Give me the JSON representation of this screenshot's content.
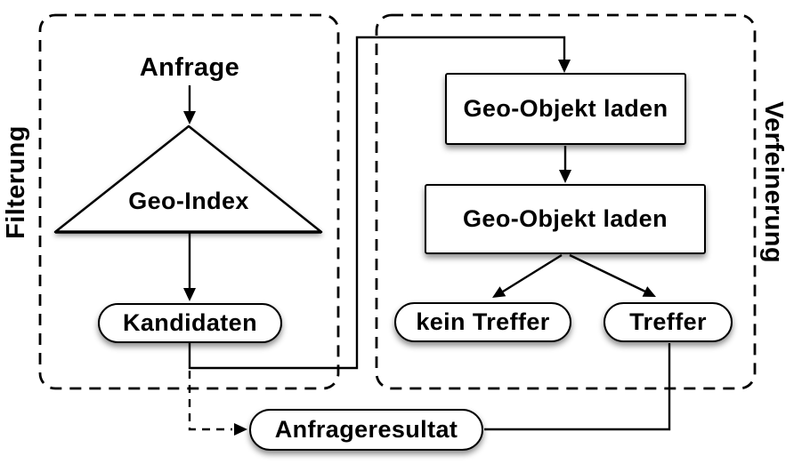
{
  "diagram": {
    "background": "#ffffff",
    "stroke_color": "#000000",
    "node_fill": "#ffffff",
    "regions": {
      "filterung": {
        "label": "Filterung"
      },
      "verfeinerung": {
        "label": "Verfeinerung"
      }
    },
    "nodes": {
      "anfrage": {
        "label": "Anfrage",
        "shape": "plain-text"
      },
      "geo_index": {
        "label": "Geo-Index",
        "shape": "triangle"
      },
      "kandidaten": {
        "label": "Kandidaten",
        "shape": "pill"
      },
      "geo_objekt_laden_1": {
        "label": "Geo-Objekt laden",
        "shape": "rect"
      },
      "geo_objekt_laden_2": {
        "label": "Geo-Objekt laden",
        "shape": "rect"
      },
      "kein_treffer": {
        "label": "kein Treffer",
        "shape": "pill"
      },
      "treffer": {
        "label": "Treffer",
        "shape": "pill"
      },
      "anfrageresultat": {
        "label": "Anfrageresultat",
        "shape": "pill"
      }
    },
    "edges": [
      {
        "from": "anfrage",
        "to": "geo_index",
        "style": "solid-arrow"
      },
      {
        "from": "geo_index",
        "to": "kandidaten",
        "style": "solid-arrow"
      },
      {
        "from": "kandidaten",
        "to": "geo_objekt_laden_1",
        "style": "solid-arrow"
      },
      {
        "from": "geo_objekt_laden_1",
        "to": "geo_objekt_laden_2",
        "style": "solid-arrow"
      },
      {
        "from": "geo_objekt_laden_2",
        "to": "kein_treffer",
        "style": "solid-arrow"
      },
      {
        "from": "geo_objekt_laden_2",
        "to": "treffer",
        "style": "solid-arrow"
      },
      {
        "from": "kandidaten",
        "to": "anfrageresultat",
        "style": "dashed-arrow"
      },
      {
        "from": "treffer",
        "to": "anfrageresultat",
        "style": "solid-line"
      }
    ]
  }
}
